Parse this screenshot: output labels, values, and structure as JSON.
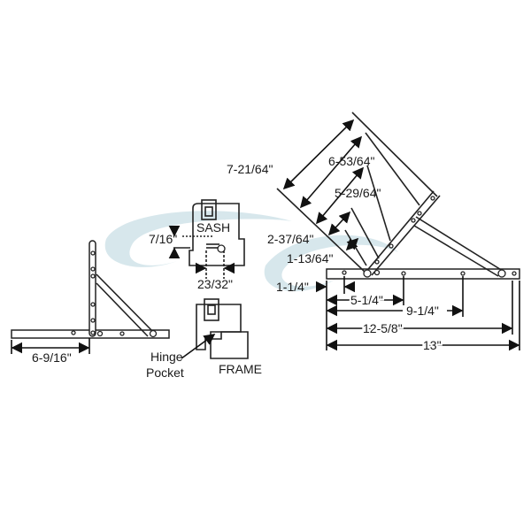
{
  "left_hinge": {
    "width_label": "6-9/16\""
  },
  "detail": {
    "sash_label": "SASH",
    "height_label": "7/16\"",
    "offset_label": "23/32\"",
    "frame_label": "FRAME",
    "pocket_label_line1": "Hinge",
    "pocket_label_line2": "Pocket"
  },
  "right_hinge": {
    "arm_dims": [
      "7-21/64\"",
      "6-53/64\"",
      "5-29/64\"",
      "2-37/64\"",
      "1-13/64\""
    ],
    "base_dims": [
      "1-1/4\"",
      "5-1/4\"",
      "9-1/4\"",
      "12-5/8\"",
      "13\""
    ]
  },
  "colors": {
    "line": "#222222",
    "watermark": "#b7d3dd"
  }
}
